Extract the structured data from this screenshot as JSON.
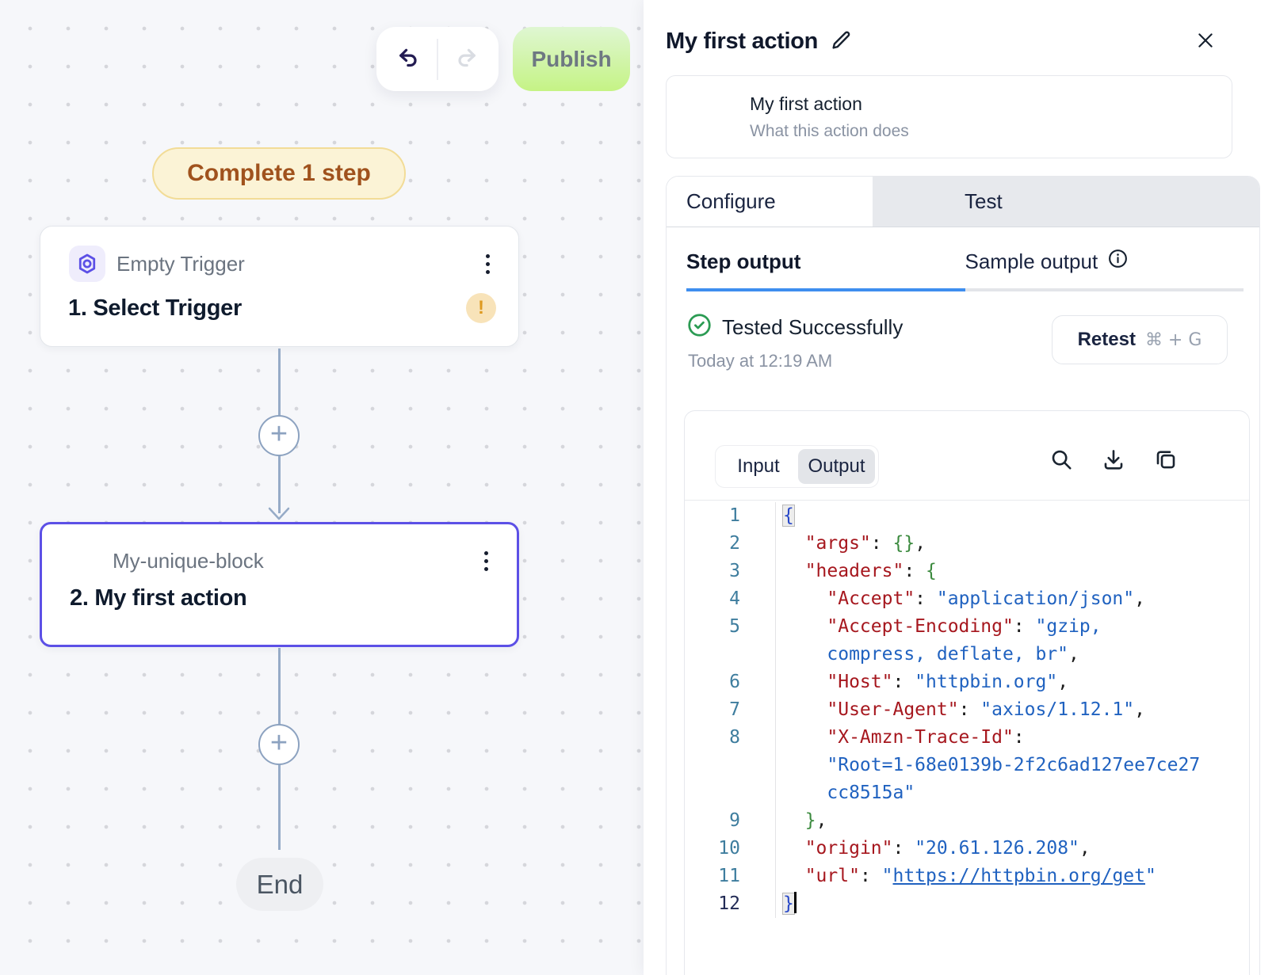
{
  "canvas": {
    "publish_label": "Publish",
    "progress_badge": "Complete 1 step",
    "plus_symbol": "+",
    "trigger_node": {
      "type_label": "Empty Trigger",
      "title": "1. Select Trigger",
      "warning_mark": "!"
    },
    "action_node": {
      "type_label": "My-unique-block",
      "title": "2. My first action"
    },
    "end_label": "End"
  },
  "panel": {
    "title": "My first action",
    "summary_card": {
      "name": "My first action",
      "description": "What this action does"
    },
    "tabs": [
      {
        "label": "Configure"
      },
      {
        "label": "Test"
      }
    ],
    "output_tabs": [
      {
        "label": "Step output"
      },
      {
        "label": "Sample output"
      }
    ],
    "status": {
      "message": "Tested Successfully",
      "timestamp": "Today at 12:19 AM"
    },
    "retest": {
      "label": "Retest",
      "shortcut": "⌘ + G"
    },
    "io_toggle": {
      "input": "Input",
      "output": "Output"
    }
  },
  "colors": {
    "selection_purple": "#5C50E6",
    "success_green": "#2B9B53",
    "warning_orange": "#DE9A20",
    "accent_blue": "#3E8EEF",
    "publish_green_top": "#DFF6D2",
    "publish_green_bottom": "#C5F385",
    "badge_yellow_bg": "#FBF3D6",
    "badge_yellow_border": "#F2DC97",
    "code_key_red": "#A6171E",
    "code_string_blue": "#2062C0",
    "code_brace_green": "#3B8A3E",
    "line_number_teal": "#3E7D9E"
  },
  "code": {
    "lines": [
      {
        "n": "1",
        "a": false,
        "t": [
          [
            "b1",
            "{",
            "hl"
          ]
        ]
      },
      {
        "n": "2",
        "a": false,
        "t": [
          [
            "p",
            "  "
          ],
          [
            "key",
            "\"args\""
          ],
          [
            "p",
            ": "
          ],
          [
            "b2",
            "{}"
          ],
          [
            "p",
            ","
          ]
        ]
      },
      {
        "n": "3",
        "a": false,
        "t": [
          [
            "p",
            "  "
          ],
          [
            "key",
            "\"headers\""
          ],
          [
            "p",
            ": "
          ],
          [
            "b2",
            "{"
          ]
        ]
      },
      {
        "n": "4",
        "a": false,
        "t": [
          [
            "p",
            "    "
          ],
          [
            "key",
            "\"Accept\""
          ],
          [
            "p",
            ": "
          ],
          [
            "str",
            "\"application/json\""
          ],
          [
            "p",
            ","
          ]
        ]
      },
      {
        "n": "5",
        "a": false,
        "t": [
          [
            "p",
            "    "
          ],
          [
            "key",
            "\"Accept-Encoding\""
          ],
          [
            "p",
            ": "
          ],
          [
            "str",
            "\"gzip,"
          ]
        ]
      },
      {
        "n": "",
        "a": false,
        "t": [
          [
            "p",
            "    "
          ],
          [
            "str",
            "compress, deflate, br\""
          ],
          [
            "p",
            ","
          ]
        ]
      },
      {
        "n": "6",
        "a": false,
        "t": [
          [
            "p",
            "    "
          ],
          [
            "key",
            "\"Host\""
          ],
          [
            "p",
            ": "
          ],
          [
            "str",
            "\"httpbin.org\""
          ],
          [
            "p",
            ","
          ]
        ]
      },
      {
        "n": "7",
        "a": false,
        "t": [
          [
            "p",
            "    "
          ],
          [
            "key",
            "\"User-Agent\""
          ],
          [
            "p",
            ": "
          ],
          [
            "str",
            "\"axios/1.12.1\""
          ],
          [
            "p",
            ","
          ]
        ]
      },
      {
        "n": "8",
        "a": false,
        "t": [
          [
            "p",
            "    "
          ],
          [
            "key",
            "\"X-Amzn-Trace-Id\""
          ],
          [
            "p",
            ":"
          ]
        ]
      },
      {
        "n": "",
        "a": false,
        "t": [
          [
            "p",
            "    "
          ],
          [
            "str",
            "\"Root=1-68e0139b-2f2c6ad127ee7ce27"
          ]
        ]
      },
      {
        "n": "",
        "a": false,
        "t": [
          [
            "p",
            "    "
          ],
          [
            "str",
            "cc8515a\""
          ]
        ]
      },
      {
        "n": "9",
        "a": false,
        "t": [
          [
            "p",
            "  "
          ],
          [
            "b2",
            "}"
          ],
          [
            "p",
            ","
          ]
        ]
      },
      {
        "n": "10",
        "a": false,
        "t": [
          [
            "p",
            "  "
          ],
          [
            "key",
            "\"origin\""
          ],
          [
            "p",
            ": "
          ],
          [
            "str",
            "\"20.61.126.208\""
          ],
          [
            "p",
            ","
          ]
        ]
      },
      {
        "n": "11",
        "a": false,
        "t": [
          [
            "p",
            "  "
          ],
          [
            "key",
            "\"url\""
          ],
          [
            "p",
            ": "
          ],
          [
            "str",
            "\""
          ],
          [
            "link",
            "https://httpbin.org/get"
          ],
          [
            "str",
            "\""
          ]
        ]
      },
      {
        "n": "12",
        "a": true,
        "t": [
          [
            "b1",
            "}",
            "hl"
          ],
          [
            "caret",
            ""
          ]
        ]
      }
    ]
  }
}
